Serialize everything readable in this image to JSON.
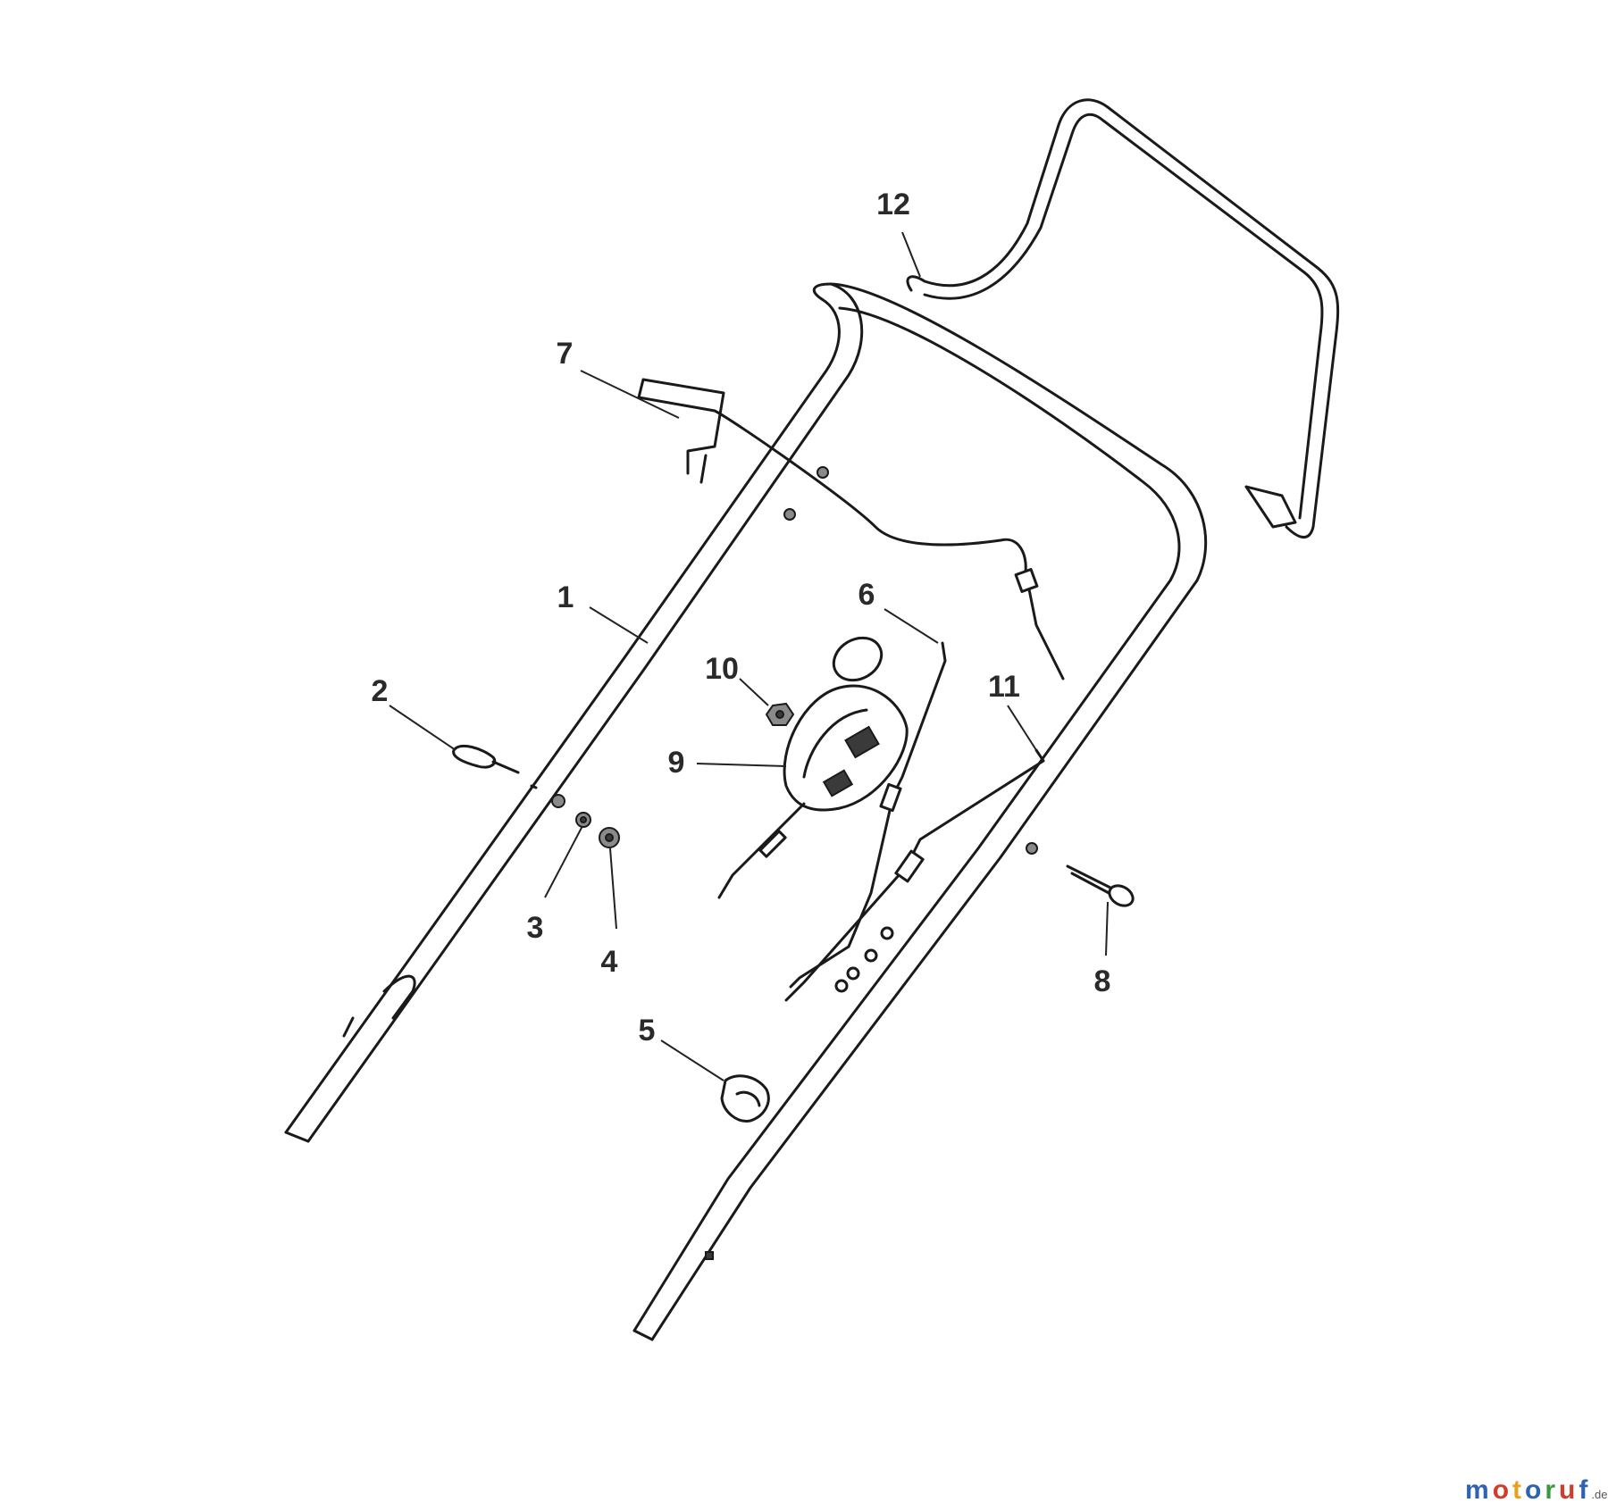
{
  "diagram": {
    "callouts": [
      {
        "id": "1",
        "label": "1"
      },
      {
        "id": "2",
        "label": "2"
      },
      {
        "id": "3",
        "label": "3"
      },
      {
        "id": "4",
        "label": "4"
      },
      {
        "id": "5",
        "label": "5"
      },
      {
        "id": "6",
        "label": "6"
      },
      {
        "id": "7",
        "label": "7"
      },
      {
        "id": "8",
        "label": "8"
      },
      {
        "id": "9",
        "label": "9"
      },
      {
        "id": "10",
        "label": "10"
      },
      {
        "id": "11",
        "label": "11"
      },
      {
        "id": "12",
        "label": "12"
      }
    ]
  },
  "watermark": {
    "brand_parts": [
      {
        "text": "m",
        "color": "#2f63b0"
      },
      {
        "text": "o",
        "color": "#d23c2a"
      },
      {
        "text": "t",
        "color": "#e6a21c"
      },
      {
        "text": "o",
        "color": "#2f63b0"
      },
      {
        "text": "r",
        "color": "#3a9a3a"
      },
      {
        "text": "u",
        "color": "#d23c2a"
      },
      {
        "text": "f",
        "color": "#2f63b0"
      }
    ],
    "tld": ".de"
  }
}
